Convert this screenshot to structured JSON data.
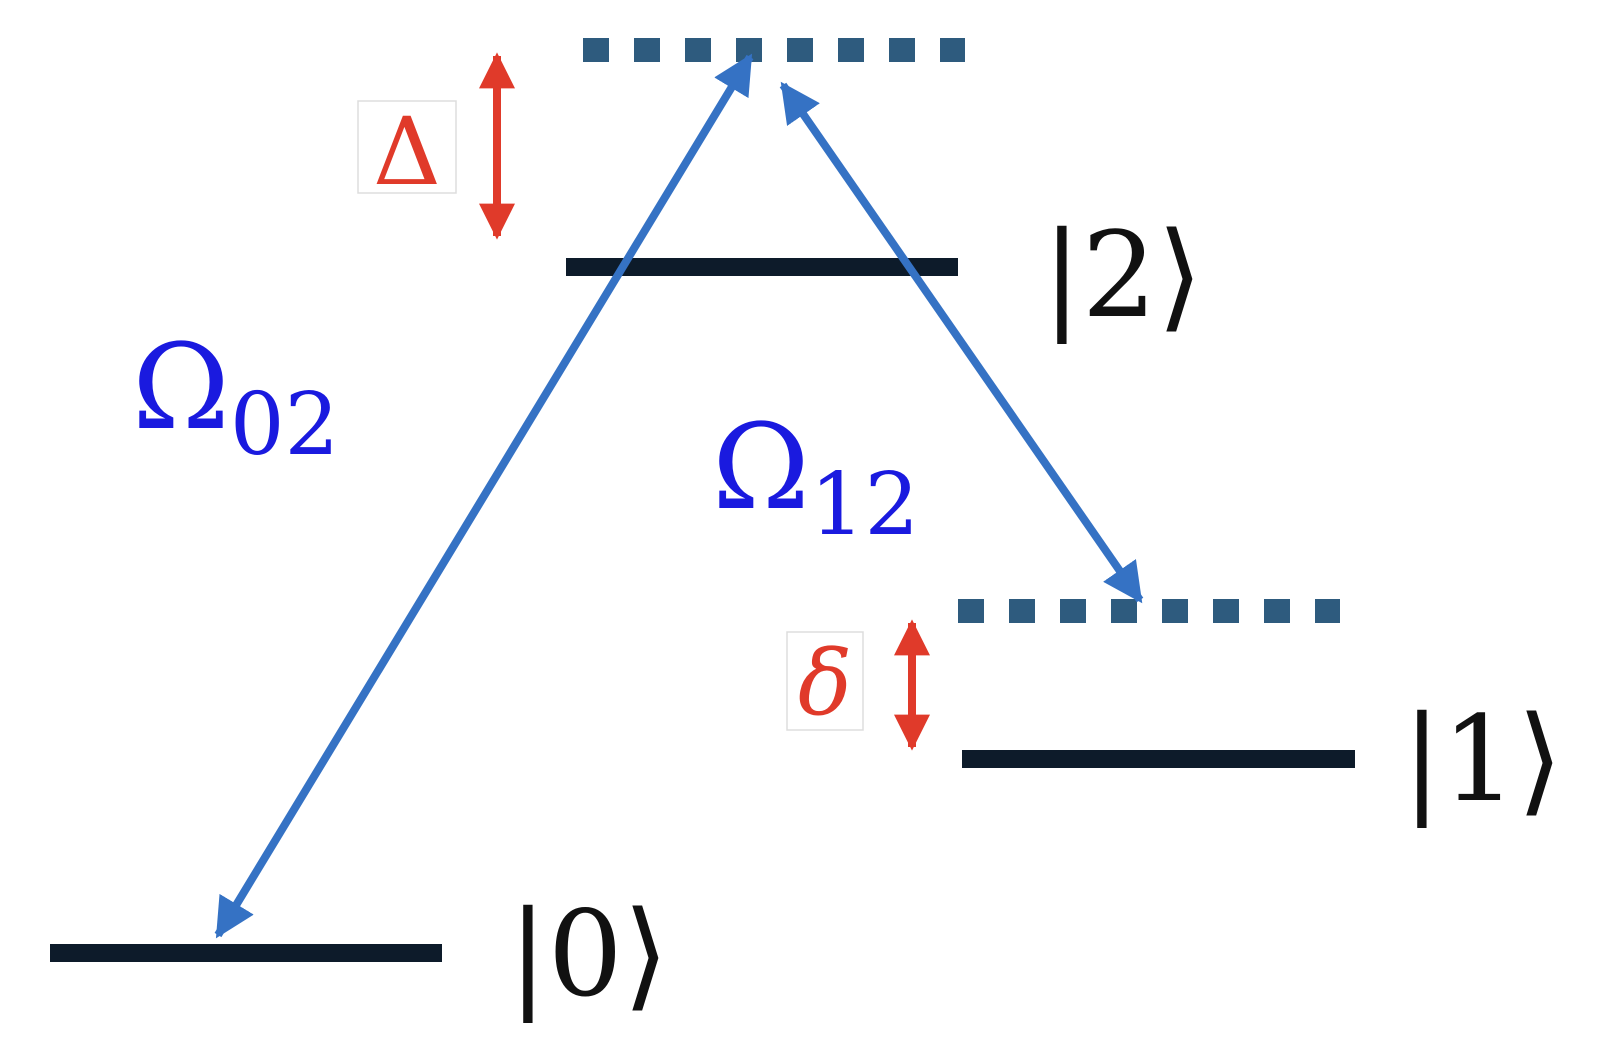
{
  "levels": [
    {
      "ket": "|0⟩"
    },
    {
      "ket": "|1⟩"
    },
    {
      "ket": "|2⟩"
    }
  ],
  "couplings": [
    {
      "symbol": "Ω",
      "subscript": "02"
    },
    {
      "symbol": "Ω",
      "subscript": "12"
    }
  ],
  "detunings": [
    {
      "symbol": "Δ"
    },
    {
      "symbol": "δ"
    }
  ],
  "colors": {
    "level": "#0d1b2a",
    "virtual_level": "#2e5b7e",
    "coupling_arrow": "#3572c4",
    "coupling_text": "#1a1adf",
    "detuning": "#e03a2a",
    "ket_text": "#111111"
  }
}
